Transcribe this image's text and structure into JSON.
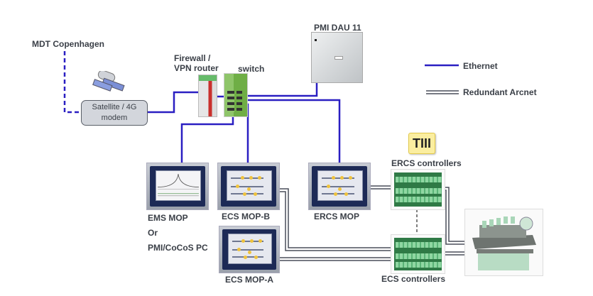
{
  "nodes": {
    "mdt": {
      "label": "MDT Copenhagen"
    },
    "modem": {
      "line1": "Satellite / 4G",
      "line2": "modem",
      "icon": "satellite-icon"
    },
    "firewall": {
      "line1": "Firewall /",
      "line2": "VPN router"
    },
    "switch": {
      "label": "switch"
    },
    "pmi_dau": {
      "label": "PMI DAU 11"
    },
    "ems_mop": {
      "line1": "EMS MOP",
      "line2": "Or",
      "line3": "PMI/CoCoS PC"
    },
    "ecs_mop_b": {
      "label": "ECS MOP-B"
    },
    "ecs_mop_a": {
      "label": "ECS MOP-A"
    },
    "ercs_mop": {
      "label": "ERCS MOP"
    },
    "ercs_controllers": {
      "label": "ERCS controllers",
      "badge": "TIII"
    },
    "ecs_controllers": {
      "label": "ECS controllers"
    },
    "engine": {
      "icon": "engine-icon"
    }
  },
  "legend": {
    "ethernet": "Ethernet",
    "arcnet": "Redundant Arcnet"
  },
  "colors": {
    "ethernet": "#2a1fc2",
    "arcnet": "#4a4f5a",
    "text": "#3a3f47",
    "badge": "#fbeea0"
  },
  "connections": [
    {
      "from": "MDT Copenhagen",
      "to": "Satellite / 4G modem",
      "type": "remote (dashed)"
    },
    {
      "from": "Satellite / 4G modem",
      "to": "Firewall / VPN router",
      "type": "Ethernet"
    },
    {
      "from": "Firewall / VPN router",
      "to": "switch",
      "type": "Ethernet"
    },
    {
      "from": "switch",
      "to": "PMI DAU 11",
      "type": "Ethernet"
    },
    {
      "from": "switch",
      "to": "ERCS MOP",
      "type": "Ethernet"
    },
    {
      "from": "switch",
      "to": "ECS MOP-B",
      "type": "Ethernet"
    },
    {
      "from": "switch",
      "to": "EMS MOP",
      "type": "Ethernet"
    },
    {
      "from": "ERCS MOP",
      "to": "ERCS controllers",
      "type": "Redundant Arcnet"
    },
    {
      "from": "ECS MOP-B",
      "to": "ECS controllers",
      "type": "Redundant Arcnet"
    },
    {
      "from": "ECS MOP-A",
      "to": "ECS controllers",
      "type": "Redundant Arcnet"
    },
    {
      "from": "ERCS controllers",
      "to": "engine",
      "type": "Redundant Arcnet"
    },
    {
      "from": "ECS controllers",
      "to": "engine",
      "type": "Redundant Arcnet"
    }
  ]
}
